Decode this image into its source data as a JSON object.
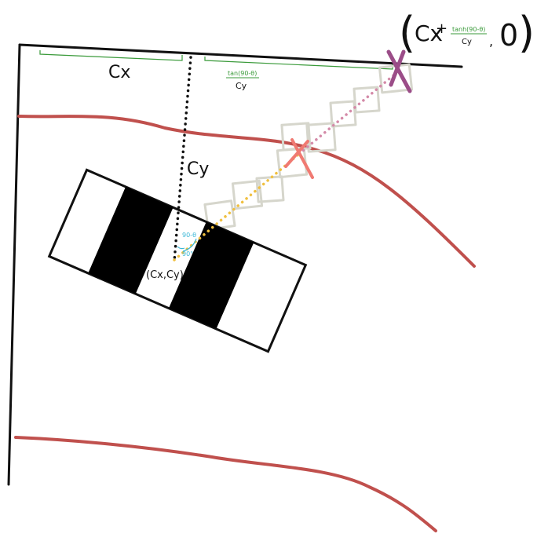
{
  "labels": {
    "cx": "Cx",
    "cy": "Cy",
    "center_point": "(Cx,Cy)",
    "tan_numerator": "tan(90-θ)",
    "tan_denominator": "Cy",
    "endpoint_open": "(",
    "endpoint_cx": "Cx",
    "endpoint_plus": "+",
    "endpoint_tan_num": "tanh(90-θ)",
    "endpoint_tan_den": "Cy",
    "endpoint_comma": ",",
    "endpoint_zero": "0",
    "endpoint_close": ")",
    "angle_top": "90-θ",
    "angle_bottom": "90°"
  },
  "colors": {
    "ink": "#111111",
    "green": "#3a9a3a",
    "red_line": "#c0504d",
    "salmon_x": "#f07a72",
    "purple_x": "#9b4d88",
    "yellow_dots": "#f0c040",
    "pink_dots": "#d48aa8",
    "cyan_angle": "#39b7d6",
    "ghost": "#d9d9cf"
  }
}
